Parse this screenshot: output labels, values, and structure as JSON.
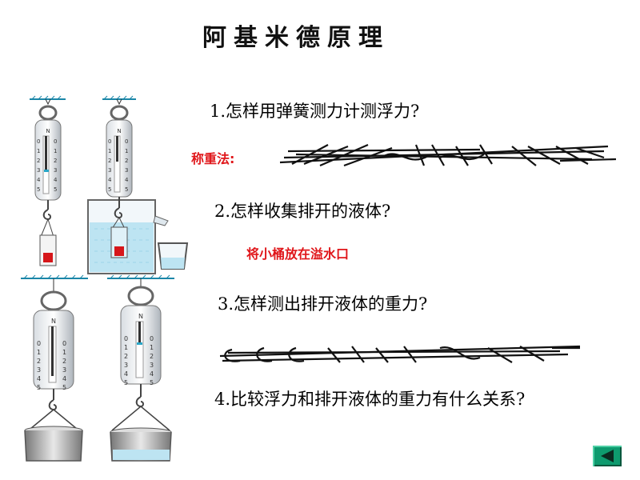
{
  "title": "阿基米德原理",
  "questions": [
    "1.怎样用弹簧测力计测浮力?",
    "2.怎样收集排开的液体?",
    "3.怎样测出排开液体的重力?",
    "4.比较浮力和排开液体的重力有什么关系?"
  ],
  "method_label": "称重法:",
  "answer_2": "将小桶放在溢水口",
  "scale_letter": "N",
  "scale_ticks": [
    "0",
    "1",
    "2",
    "3",
    "4",
    "5"
  ],
  "colors": {
    "red": "#e0161a",
    "water": "#bde4f2",
    "nav": "#0e9a6e"
  },
  "nav": {
    "icon": "back-triangle-icon"
  }
}
